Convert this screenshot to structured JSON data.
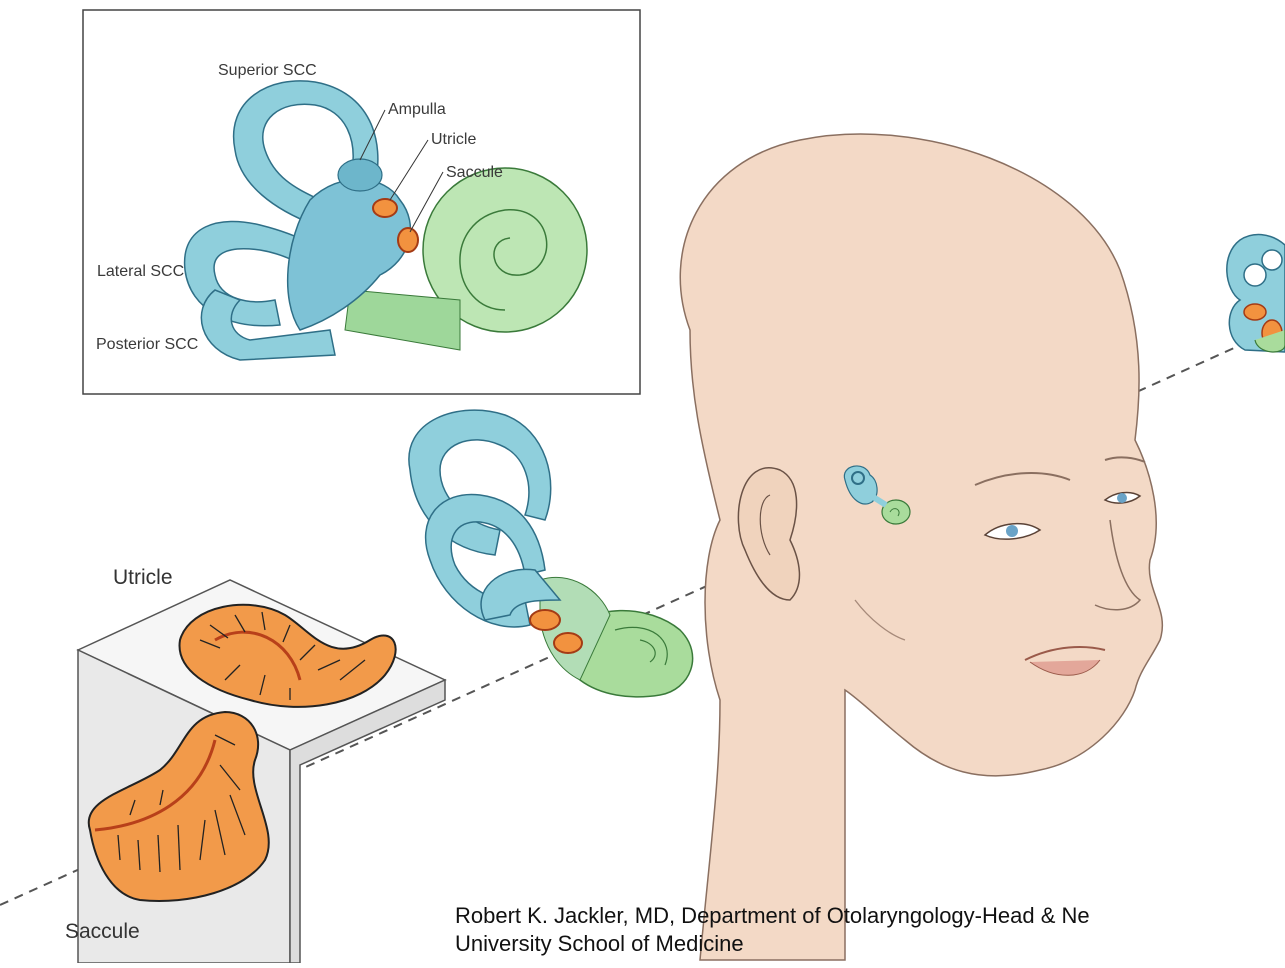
{
  "inset": {
    "labels": {
      "superior_scc": "Superior SCC",
      "ampulla": "Ampulla",
      "utricle": "Utricle",
      "saccule": "Saccule",
      "lateral_scc": "Lateral SCC",
      "posterior_scc": "Posterior SCC"
    }
  },
  "otolith": {
    "utricle_label": "Utricle",
    "saccule_label": "Saccule"
  },
  "credit": {
    "line1": "Robert K. Jackler, MD, Department of Otolaryngology-Head & Ne",
    "line2": "University School of Medicine"
  },
  "colors": {
    "canal_blue": "#8fcfdc",
    "canal_dark": "#5aa8bf",
    "cochlea_green": "#a9dc9c",
    "otolith_orange": "#f2923f",
    "otolith_red": "#c5471c",
    "skin": "#f3d9c6"
  }
}
